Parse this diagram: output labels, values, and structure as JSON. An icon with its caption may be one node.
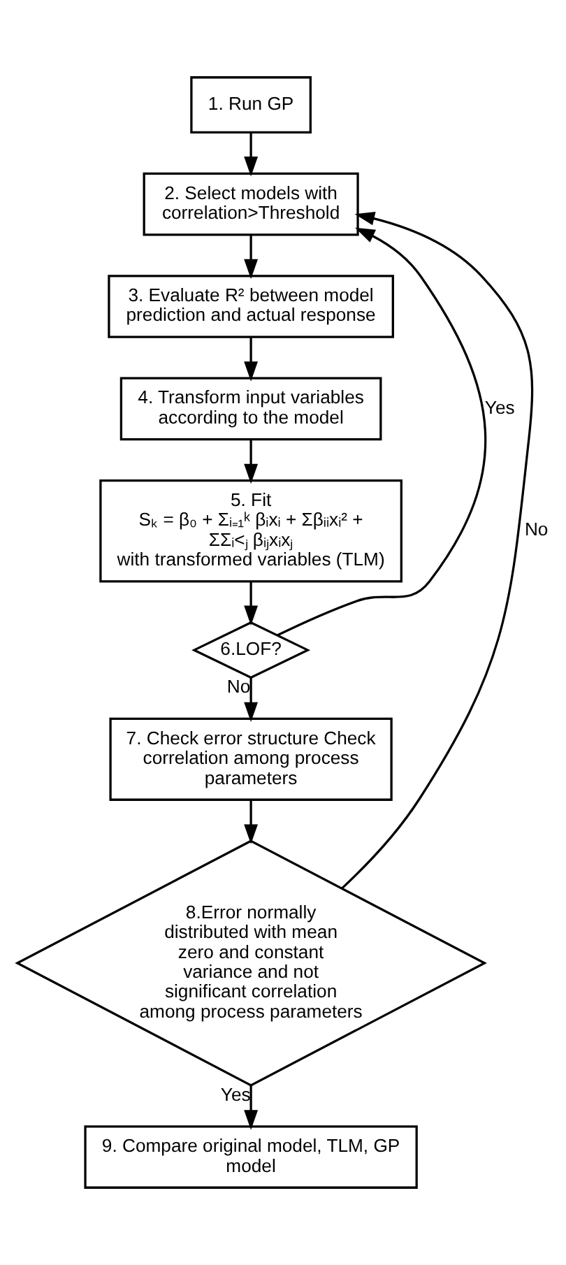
{
  "diagram": {
    "nodes": [
      {
        "text": [
          "1. Run GP"
        ]
      },
      {
        "text": [
          "2. Select models with correlation>Threshold"
        ]
      },
      {
        "text": [
          "3. Evaluate R² between model prediction and actual response"
        ]
      },
      {
        "text": [
          "4. Transform input variables according to the model"
        ]
      },
      {
        "text": [
          "5. Fit",
          "Sₖ = β₀ + Σᵢ₌₁ᵏ βᵢxᵢ + Σβᵢᵢxᵢ² + ΣΣᵢ<ⱼ βᵢⱼxᵢxⱼ",
          "with transformed variables (TLM)"
        ]
      },
      {
        "text": [
          "6.LOF?"
        ]
      },
      {
        "text": [
          "7. Check error structure Check correlation among process parameters"
        ]
      },
      {
        "text": [
          "8.Error normally distributed with mean zero and constant variance and not significant correlation among process parameters"
        ]
      },
      {
        "text": [
          "9. Compare original model, TLM, GP model"
        ]
      }
    ],
    "edges": [
      {
        "from": 0,
        "to": 1,
        "arrow": "to"
      },
      {
        "from": 1,
        "to": 2,
        "arrow": "to"
      },
      {
        "from": 2,
        "to": 3,
        "arrow": "to"
      },
      {
        "from": 3,
        "to": 4,
        "arrow": "to"
      },
      {
        "from": 4,
        "to": 5,
        "arrow": "to"
      },
      {
        "from": 5,
        "to": 1,
        "arrow": "to",
        "label": "Yes"
      },
      {
        "from": 5,
        "to": 6,
        "arrow": "to",
        "label": "No"
      },
      {
        "from": 6,
        "to": 7,
        "arrow": "to"
      },
      {
        "from": 7,
        "to": 1,
        "arrow": "to",
        "label": "No"
      },
      {
        "from": 7,
        "to": 8,
        "arrow": "to",
        "label": "Yes"
      }
    ]
  }
}
